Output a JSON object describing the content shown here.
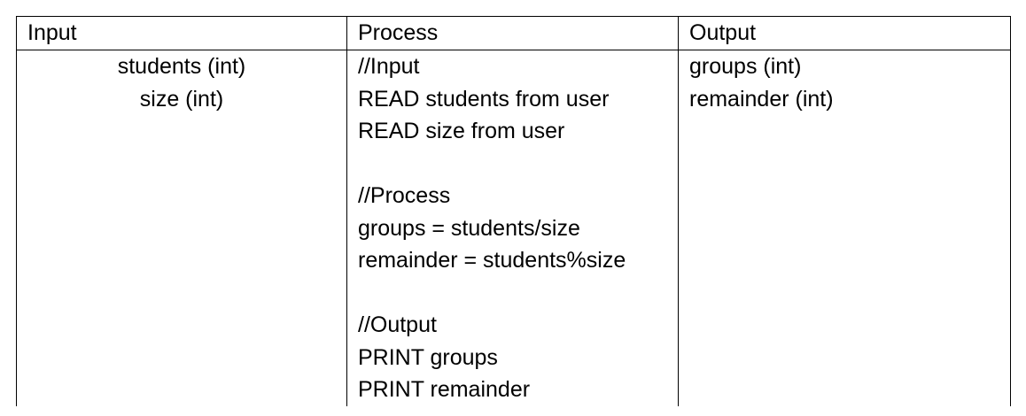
{
  "table": {
    "headers": {
      "input": "Input",
      "process": "Process",
      "output": "Output"
    },
    "input_lines": [
      "students (int)",
      "size (int)"
    ],
    "process_lines": [
      "//Input",
      "READ students from user",
      "READ size from user",
      "",
      "//Process",
      "groups = students/size",
      "remainder = students%size",
      "",
      "//Output",
      "PRINT groups",
      "PRINT remainder"
    ],
    "output_lines": [
      "groups (int)",
      "remainder (int)"
    ]
  }
}
